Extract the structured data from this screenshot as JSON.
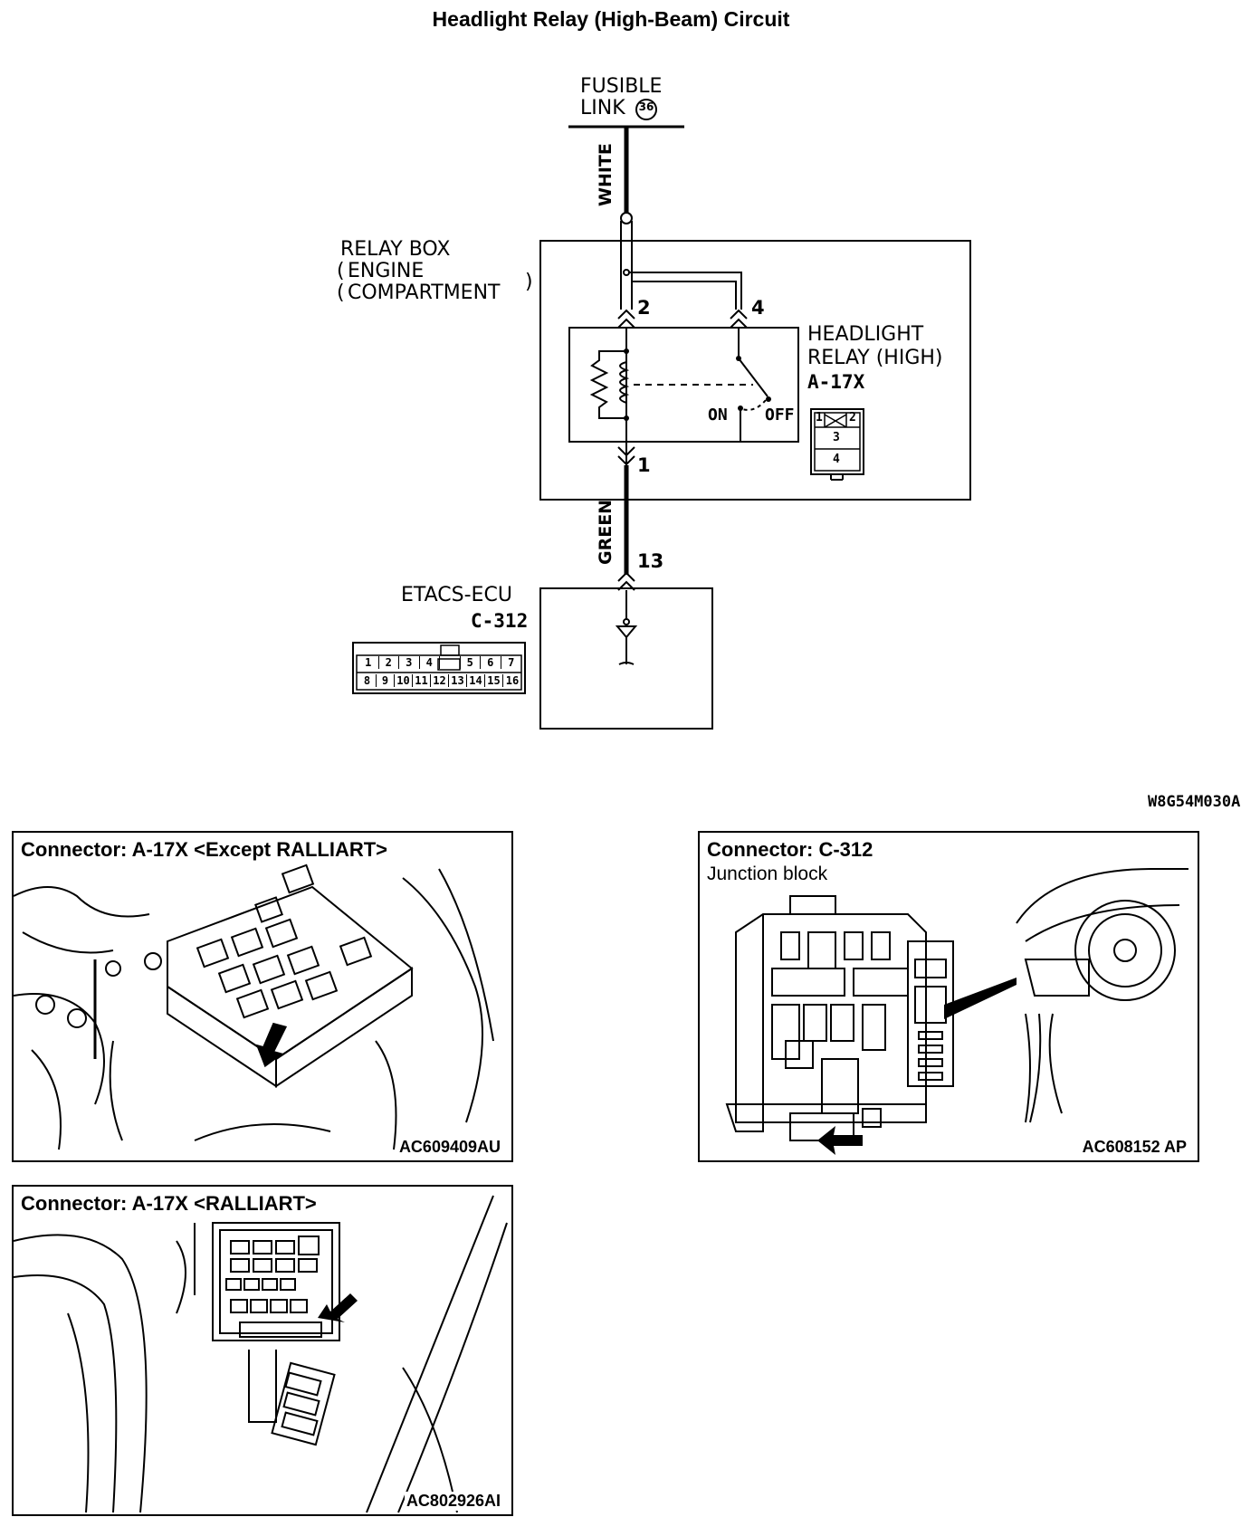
{
  "title": "Headlight Relay (High-Beam) Circuit",
  "fusible_link": {
    "line1": "FUSIBLE",
    "line2": "LINK",
    "number": "36"
  },
  "wires": {
    "top": "WHITE",
    "bottom": "GREEN"
  },
  "relay_box": {
    "line1": "RELAY BOX",
    "line2": "ENGINE",
    "line3": "COMPARTMENT"
  },
  "relay": {
    "line1": "HEADLIGHT",
    "line2": "RELAY (HIGH)",
    "code": "A-17X",
    "pins": {
      "p1": "1",
      "p2": "2",
      "p4": "4"
    },
    "switch_on": "ON",
    "switch_off": "OFF",
    "connector_pins": [
      "1",
      "2",
      "3",
      "4"
    ]
  },
  "ecu": {
    "name": "ETACS-ECU",
    "code": "C-312",
    "pin": "13",
    "connector_row1": [
      "1",
      "2",
      "3",
      "4",
      "",
      "5",
      "6",
      "7"
    ],
    "connector_row2": [
      "8",
      "9",
      "10",
      "11",
      "12",
      "13",
      "14",
      "15",
      "16"
    ]
  },
  "diagram_code": "W8G54M030A",
  "panels": {
    "a17x_except": {
      "title": "Connector: A-17X <Except RALLIART>",
      "code": "AC609409AU"
    },
    "a17x_ralliart": {
      "title": "Connector: A-17X <RALLIART>",
      "code": "AC802926AI"
    },
    "c312": {
      "title": "Connector: C-312",
      "subtitle": "Junction block",
      "code": "AC608152 AP"
    }
  },
  "colors": {
    "ink": "#000000",
    "paper": "#ffffff"
  }
}
